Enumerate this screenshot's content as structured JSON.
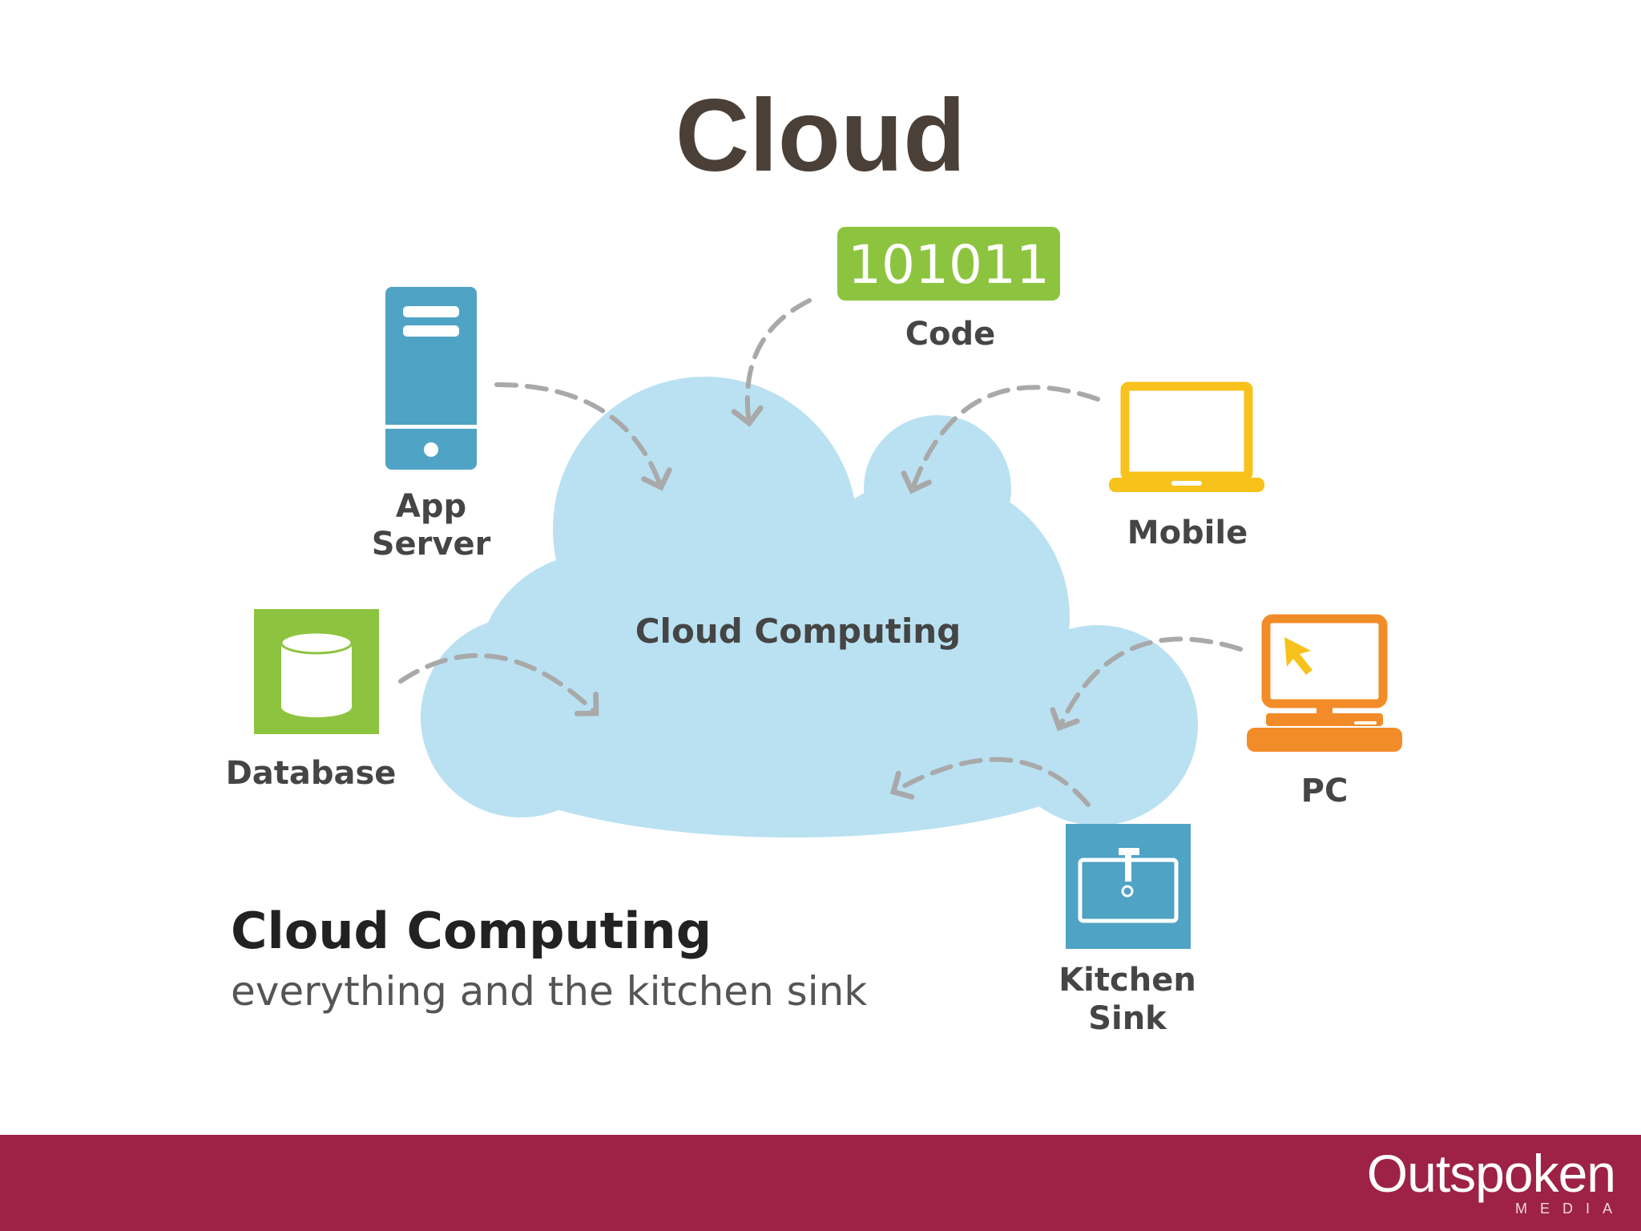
{
  "slide": {
    "title": "Cloud"
  },
  "diagram": {
    "center_label": "Cloud Computing",
    "caption_title": "Cloud Computing",
    "caption_subtitle": "everything and the kitchen sink",
    "nodes": {
      "code": {
        "badge": "101011",
        "label": "Code",
        "color": "#8dc43f"
      },
      "app_server": {
        "label_line1": "App",
        "label_line2": "Server",
        "color": "#4fa3c4"
      },
      "mobile": {
        "label": "Mobile",
        "color": "#f6c21b"
      },
      "database": {
        "label": "Database",
        "color": "#8dc43f"
      },
      "pc": {
        "label": "PC",
        "color": "#f28c28"
      },
      "kitchen_sink": {
        "label_line1": "Kitchen",
        "label_line2": "Sink",
        "color": "#4fa3c4"
      }
    },
    "cloud_color": "#b9e1f2",
    "arrow_color": "#a9a9a9",
    "icons": [
      "server-icon",
      "code-badge-icon",
      "laptop-icon",
      "database-icon",
      "pc-icon",
      "sink-icon",
      "cloud-shape"
    ]
  },
  "footer": {
    "color": "#9e2246",
    "logo_text": "Outspoken",
    "logo_subtext": "MEDIA"
  }
}
